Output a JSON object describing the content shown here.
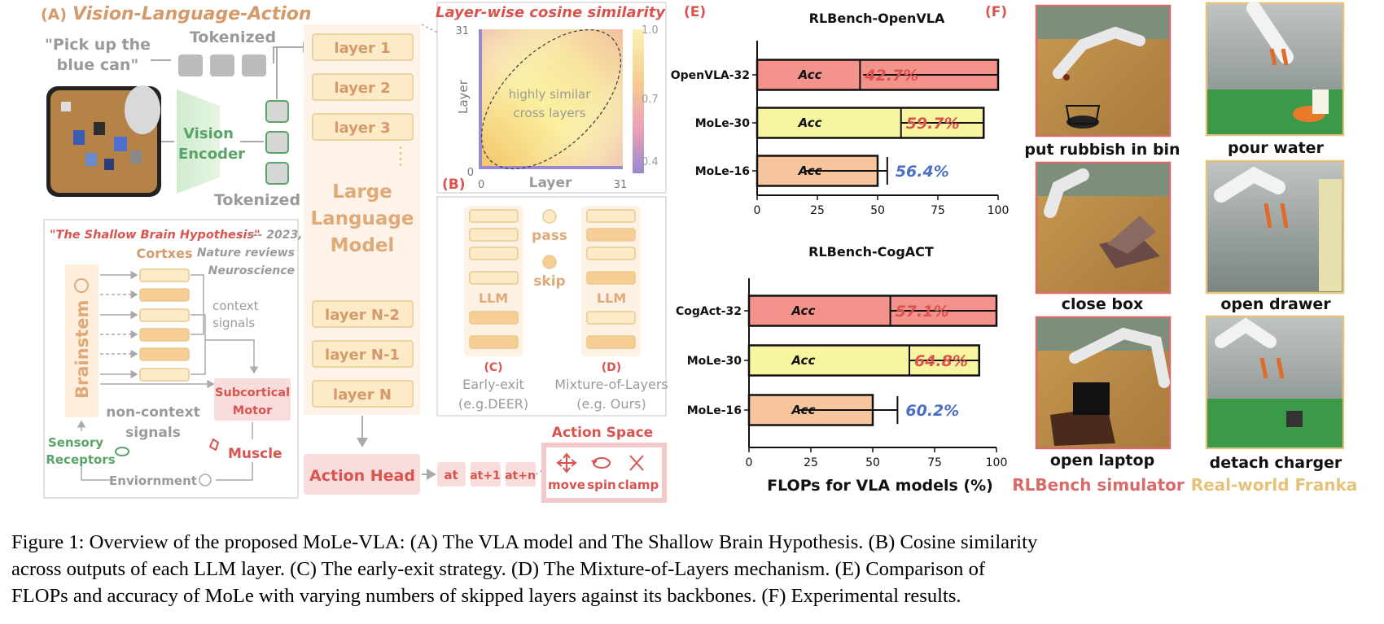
{
  "panel_a": {
    "tag": "(A)",
    "title": "Vision-Language-Action",
    "instruction_line1": "\"Pick up the",
    "instruction_line2": "blue can\"",
    "tokenized_top": "Tokenized",
    "tokenized_bottom": "Tokenized",
    "vision_encoder_line1": "Vision",
    "vision_encoder_line2": "Encoder",
    "layers_top": [
      "layer 1",
      "layer 2",
      "layer 3"
    ],
    "layers_bottom": [
      "layer N-2",
      "layer N-1",
      "layer N"
    ],
    "llm_line1": "Large",
    "llm_line2": "Language",
    "llm_line3": "Model",
    "action_head": "Action Head",
    "tokens": [
      "at",
      "at+1",
      "at+n"
    ],
    "action_space_title": "Action Space",
    "actions": [
      "move",
      "spin",
      "clamp"
    ]
  },
  "shallow_brain": {
    "title": "\"The Shallow Brain Hypothesis\"",
    "cite_1": "--- 2023,",
    "cite_2": "Nature reviews",
    "cite_3": "Neuroscience",
    "cortexes": "Cortxes",
    "brainstem": "Brainstem",
    "context_line1": "context",
    "context_line2": "signals",
    "noncontext_line1": "non-context",
    "noncontext_line2": "signals",
    "subcortical_line1": "Subcortical",
    "subcortical_line2": "Motor",
    "muscle": "Muscle",
    "sensory_line1": "Sensory",
    "sensory_line2": "Receptors",
    "environment": "Enviornment"
  },
  "heatmap": {
    "title": "Layer-wise cosine similarity",
    "xlabel": "Layer",
    "ylabel": "Layer",
    "x_ticks": [
      "0",
      "31"
    ],
    "y_ticks": [
      "31",
      "0"
    ],
    "colorbar_ticks": [
      "1.0",
      "0.7",
      "0.4"
    ],
    "annotation_line1": "highly similar",
    "annotation_line2": "cross layers"
  },
  "panel_b": {
    "tag": "(B)",
    "llm_label": "LLM",
    "pass": "pass",
    "skip": "skip",
    "c_tag": "(C)",
    "c_line1": "Early-exit",
    "c_line2": "(e.g.DEER)",
    "d_tag": "(D)",
    "d_line1": "Mixture-of-Layers",
    "d_line2": "(e.g. Ours)"
  },
  "panel_e": {
    "tag": "(E)",
    "xlabel": "FLOPs for VLA models (%)",
    "acc_label": "Acc"
  },
  "chart_data": [
    {
      "type": "bar",
      "orientation": "horizontal",
      "title": "RLBench-OpenVLA",
      "categories": [
        "OpenVLA-32",
        "MoLe-30",
        "MoLe-16"
      ],
      "values": [
        100,
        94,
        50
      ],
      "accuracy_labels": [
        "42.7%",
        "59.7%",
        "56.4%"
      ],
      "accuracy_values": [
        42.7,
        59.7,
        56.4
      ],
      "colors": [
        "#f4928c",
        "#f8f5a0",
        "#f7c59d"
      ],
      "error_bars": [
        [
          44,
          100
        ],
        [
          60,
          94
        ],
        [
          20,
          54
        ]
      ],
      "xlim": [
        0,
        100
      ],
      "xticks": [
        "0",
        "25",
        "50",
        "75",
        "100"
      ]
    },
    {
      "type": "bar",
      "orientation": "horizontal",
      "title": "RLBench-CogACT",
      "categories": [
        "CogAct-32",
        "MoLe-30",
        "MoLe-16"
      ],
      "values": [
        100,
        93,
        50
      ],
      "accuracy_labels": [
        "57.1%",
        "64.8%",
        "60.2%"
      ],
      "accuracy_values": [
        57.1,
        64.8,
        60.2
      ],
      "colors": [
        "#f4928c",
        "#f8f5a0",
        "#f7c59d"
      ],
      "error_bars": [
        [
          57,
          100
        ],
        [
          65,
          93
        ],
        [
          20,
          60
        ]
      ],
      "xlim": [
        0,
        100
      ],
      "xticks": [
        "0",
        "25",
        "50",
        "75",
        "100"
      ],
      "xlabel": "FLOPs for VLA models (%)"
    }
  ],
  "panel_f": {
    "tag": "(F)",
    "photos_left": [
      "put rubbish in bin",
      "close box",
      "open laptop"
    ],
    "photos_right": [
      "pour water",
      "open drawer",
      "detach charger"
    ],
    "label_left": "RLBench simulator",
    "label_right": "Real-world Franka"
  },
  "colors": {
    "orange_text": "#d49a6a",
    "red_text": "#d9534f",
    "green_text": "#5aa469",
    "layer_fill": "#fdebc8",
    "layer_border": "#e8c98e",
    "skip_fill": "#f7cf96",
    "action_fill": "#f9dcdc",
    "grey_text": "#9a9a9a",
    "blue_acc": "#4a6fc4",
    "sim_border": "#d96a6a",
    "real_border": "#e5c27a"
  },
  "caption": {
    "line1": "Figure 1: Overview of the proposed MoLe-VLA: (A) The VLA model and The Shallow Brain Hypothesis. (B) Cosine similarity",
    "line2": "across outputs of each LLM layer. (C) The early-exit strategy. (D) The Mixture-of-Layers mechanism. (E) Comparison of",
    "line3": "FLOPs and accuracy of MoLe with varying numbers of skipped layers against its backbones. (F) Experimental results."
  }
}
